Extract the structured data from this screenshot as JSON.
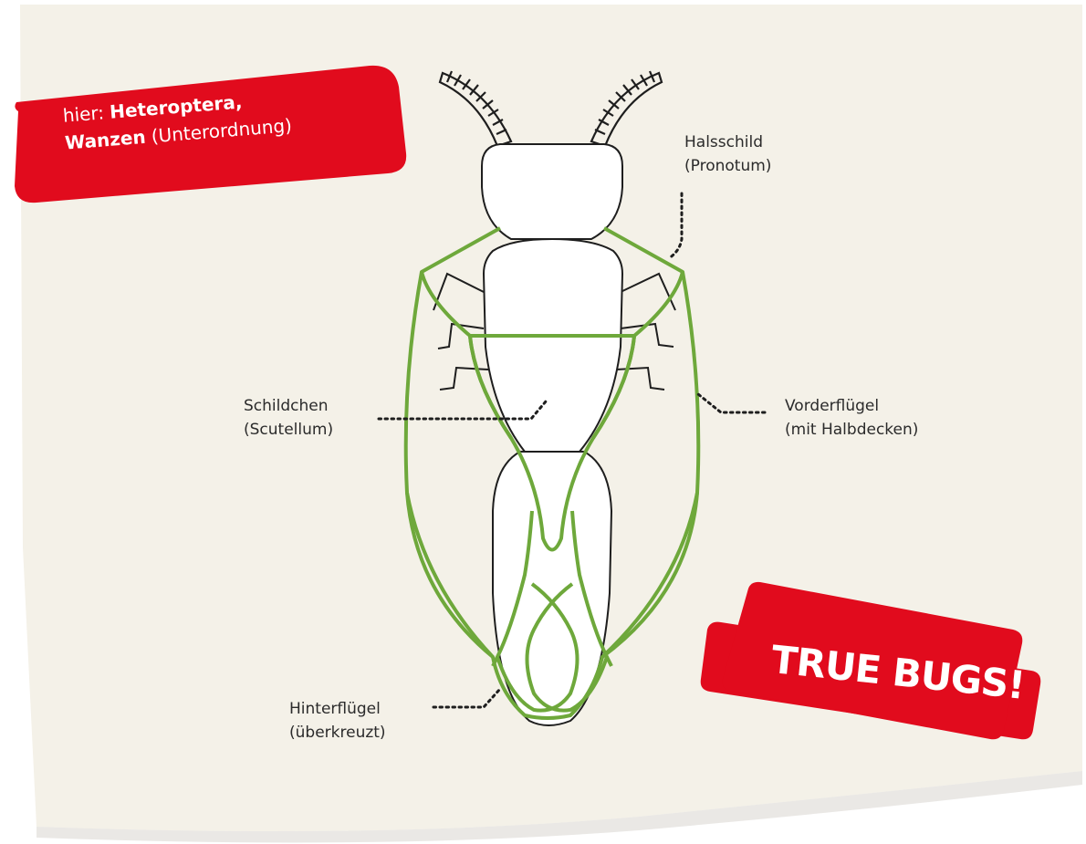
{
  "tag": {
    "prefix": "hier:",
    "order": "Heteroptera,",
    "common_name": "Wanzen",
    "rank": "(Unterordnung)"
  },
  "badge": {
    "text": "TRUE BUGS!"
  },
  "labels": {
    "pronotum": {
      "line1": "Halsschild",
      "line2": "(Pronotum)"
    },
    "scutellum": {
      "line1": "Schildchen",
      "line2": "(Scutellum)"
    },
    "forewing": {
      "line1": "Vorderflügel",
      "line2": "(mit Halbdecken)"
    },
    "hindwing": {
      "line1": "Hinterflügel",
      "line2": "(überkreuzt)"
    }
  },
  "colors": {
    "paper": "#f4f1e8",
    "red": "#e10b1d",
    "wing_green": "#6ea83b",
    "outline": "#1e1e1e",
    "text": "#2b2b2b"
  }
}
